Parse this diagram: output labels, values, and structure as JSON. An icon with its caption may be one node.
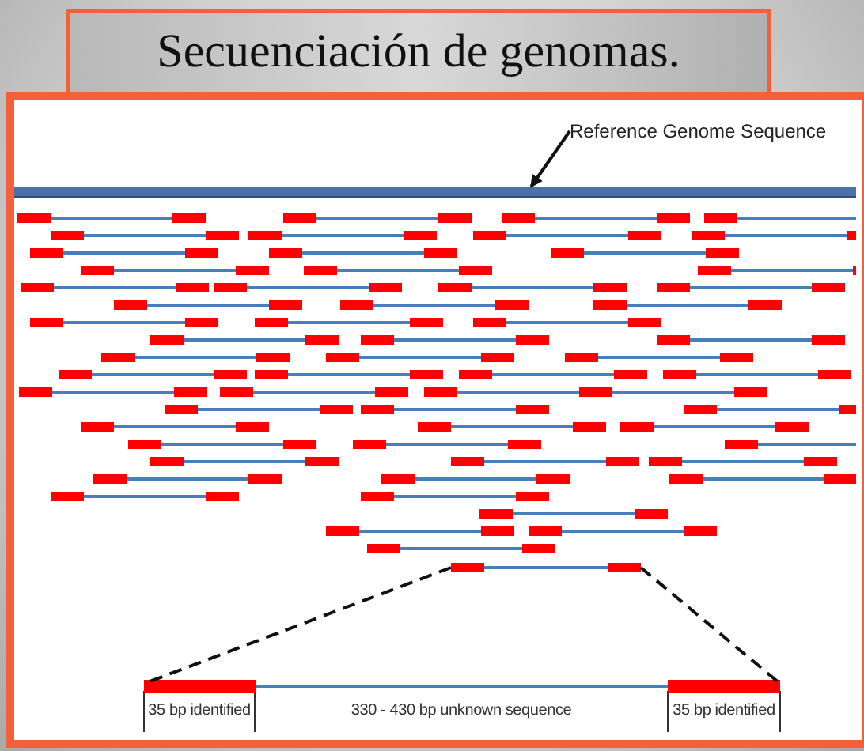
{
  "diagram": {
    "title": "Secuenciación de genomas.",
    "nodes": [
      {
        "text": [
          "Reference Genome Sequence"
        ]
      },
      {
        "text": [],
        "shape": "bar"
      },
      {
        "text": [],
        "shape": "bar"
      },
      {
        "text": [],
        "shape": "bar"
      }
    ],
    "edges": [
      {
        "from": 0,
        "to": 1,
        "arrow": "to"
      },
      {
        "from": 2,
        "to": 3,
        "arrow": "none",
        "style": "dashed"
      },
      {
        "from": 2,
        "to": 3,
        "arrow": "none",
        "style": "dashed"
      }
    ],
    "labels": [
      "35 bp identified",
      "330 - 430 bp unknown sequence",
      "35 bp identified"
    ]
  }
}
